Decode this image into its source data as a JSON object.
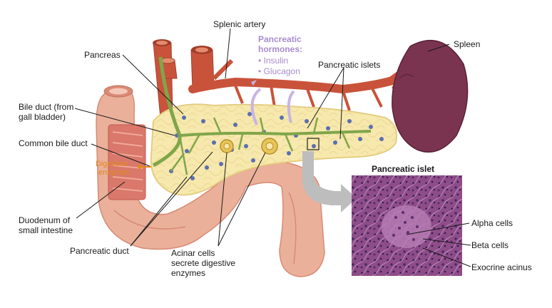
{
  "labels": {
    "splenic_artery": "Splenic artery",
    "pancreas": "Pancreas",
    "pancreatic_hormones_title_1": "Pancreatic",
    "pancreatic_hormones_title_2": "hormones:",
    "insulin": "• Insulin",
    "glucagon": "• Glucagon",
    "pancreatic_islets": "Pancreatic islets",
    "spleen": "Spleen",
    "bile_duct_1": "Bile duct (from",
    "bile_duct_2": "gall bladder)",
    "common_bile_duct": "Common bile duct",
    "digestive_1": "Digestive",
    "digestive_2": "enzymes",
    "duodenum_1": "Duodenum of",
    "duodenum_2": "small intestine",
    "pancreatic_duct": "Pancreatic duct",
    "acinar_1": "Acinar cells",
    "acinar_2": "secrete digestive",
    "acinar_3": "enzymes",
    "micrograph_title": "Pancreatic islet",
    "alpha_cells": "Alpha cells",
    "beta_cells": "Beta cells",
    "exocrine_acinus": "Exocrine acinus"
  },
  "colors": {
    "pancreas": "#f7e7a8",
    "pancreas_edge": "#e0c878",
    "intestine": "#eab09a",
    "intestine_dark": "#d98a74",
    "artery": "#c9533a",
    "duct": "#7fa64a",
    "spleen": "#7a3450",
    "islet": "#5a6fb0",
    "hormone_text": "#a98bcf",
    "digestive_text": "#e08a1c",
    "micrograph": "#8a4f86"
  }
}
